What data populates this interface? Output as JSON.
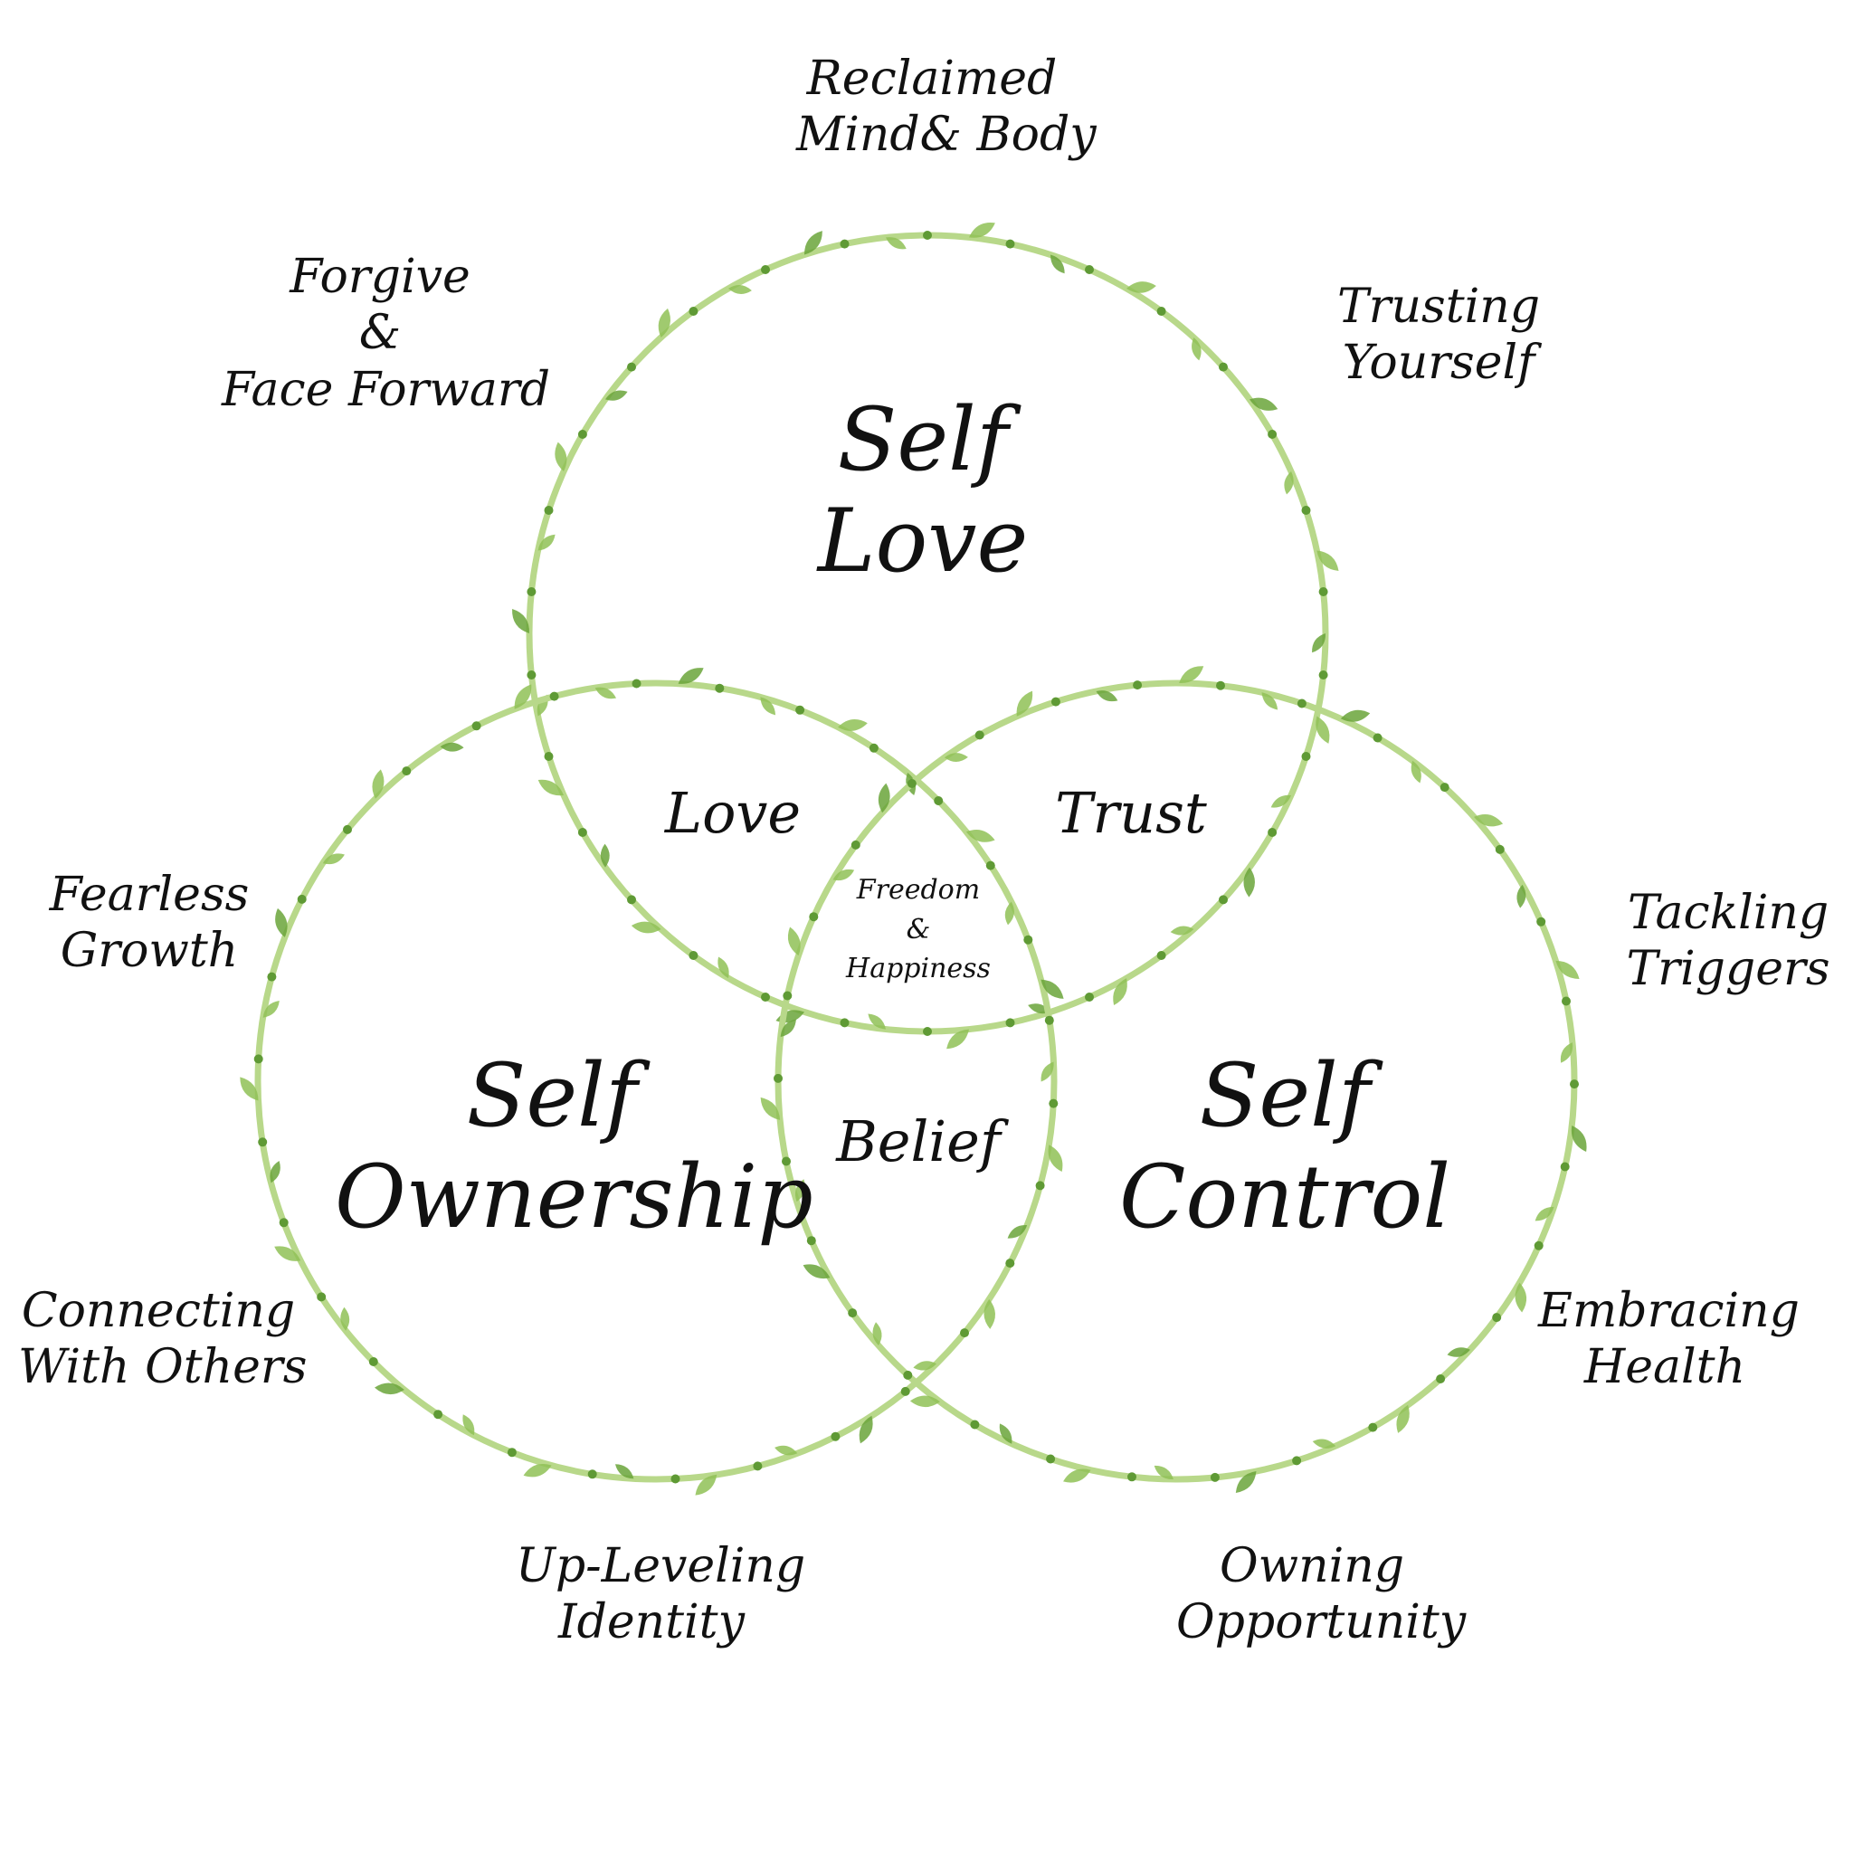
{
  "circles": {
    "self_love": [
      "Self",
      "Love"
    ],
    "self_ownership": [
      "Self",
      "Ownership"
    ],
    "self_control": [
      "Self",
      "Control"
    ]
  },
  "intersections": {
    "love": "Love",
    "trust": "Trust",
    "belief": "Belief"
  },
  "center": [
    "Freedom",
    "&",
    "Happiness"
  ],
  "outer_labels": {
    "reclaimed_mind_body": [
      "Reclaimed",
      "Mind& Body"
    ],
    "forgive_face_forward": [
      "Forgive",
      "&",
      "Face Forward"
    ],
    "trusting_yourself": [
      "Trusting",
      "Yourself"
    ],
    "fearless_growth": [
      "Fearless",
      "Growth"
    ],
    "tackling_triggers": [
      "Tackling",
      "Triggers"
    ],
    "connecting_with_others": [
      "Connecting",
      "With Others"
    ],
    "embracing_health": [
      "Embracing",
      "Health"
    ],
    "up_leveling_identity": [
      "Up-Leveling",
      "Identity"
    ],
    "owning_opportunity": [
      "Owning",
      "Opportunity"
    ]
  },
  "colors": {
    "vine": "#b8d88a",
    "leaf": "#8fc156",
    "leaf_dark": "#6aa53a",
    "berry": "#5f9a35",
    "text": "#111111"
  }
}
